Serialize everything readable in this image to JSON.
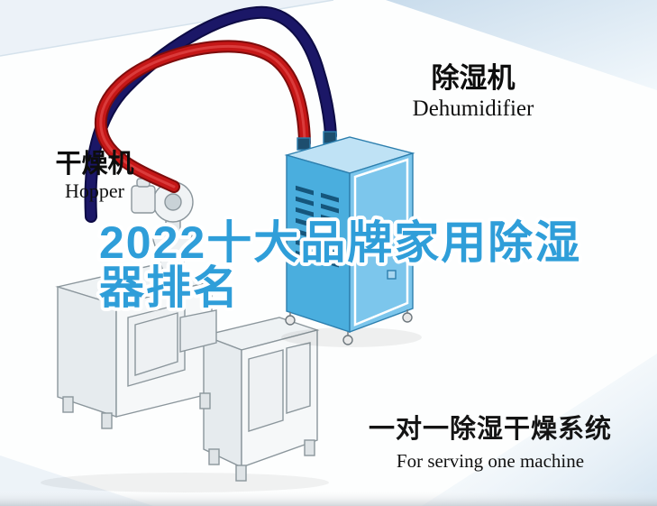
{
  "labels": {
    "hopper": {
      "cn": "干燥机",
      "en": "Hopper"
    },
    "dehumidifier": {
      "cn": "除湿机",
      "en": "Dehumidifier"
    }
  },
  "title": {
    "line1": "2022十大品牌家用除湿",
    "line2": "器排名",
    "color": "#2f9ed9"
  },
  "caption": {
    "cn": "一对一除湿干燥系统",
    "en": "For serving one machine"
  },
  "colors": {
    "pipe_red": "#c51717",
    "pipe_navy": "#1b1767",
    "machine_front_blue": "#4aaede",
    "machine_side_blue": "#7cc6ec",
    "machine_top_blue": "#bfe2f5"
  }
}
